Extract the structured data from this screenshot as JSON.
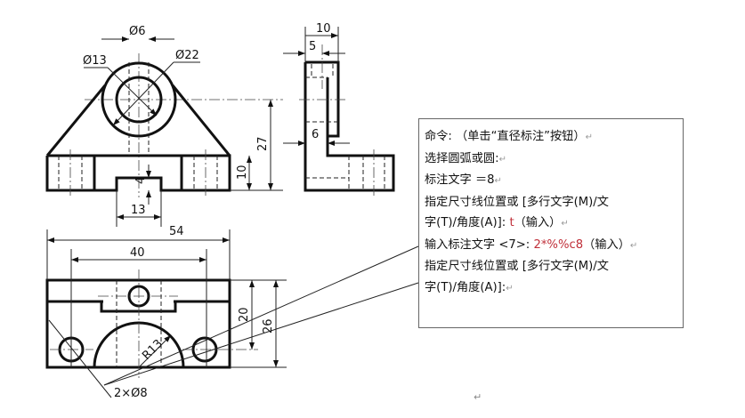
{
  "drawing": {
    "front_view": {
      "dims": {
        "d6": "Ø6",
        "d13": "Ø13",
        "d22": "Ø22",
        "h27": "27",
        "h10": "10",
        "d4": "4",
        "w13": "13"
      }
    },
    "side_view": {
      "dims": {
        "w10": "10",
        "w5": "5",
        "w6": "6"
      }
    },
    "top_view": {
      "dims": {
        "w54": "54",
        "w40": "40",
        "h20": "20",
        "h26": "26",
        "r13": "R13",
        "holes": "2×Ø8"
      }
    }
  },
  "command_box": {
    "lines": [
      {
        "text": "命令: （单击“直径标注”按钮）",
        "red": "",
        "suffix": ""
      },
      {
        "text": "选择圆弧或圆:",
        "red": "",
        "suffix": ""
      },
      {
        "text": "标注文字 ＝8",
        "red": "",
        "suffix": ""
      },
      {
        "text": "指定尺寸线位置或 [多行文字(M)/文",
        "red": "",
        "suffix": ""
      },
      {
        "text": "字(T)/角度(A)]: ",
        "red": "t",
        "suffix": "（输入）"
      },
      {
        "text": "输入标注文字 <7>: ",
        "red": "2*%%c8",
        "suffix": "（输入）"
      },
      {
        "text": "指定尺寸线位置或 [多行文字(M)/文",
        "red": "",
        "suffix": ""
      },
      {
        "text": "字(T)/角度(A)]:",
        "red": "",
        "suffix": ""
      }
    ],
    "paragraph_mark": "↵",
    "text_color": "#111111",
    "input_color": "#c0303a"
  }
}
